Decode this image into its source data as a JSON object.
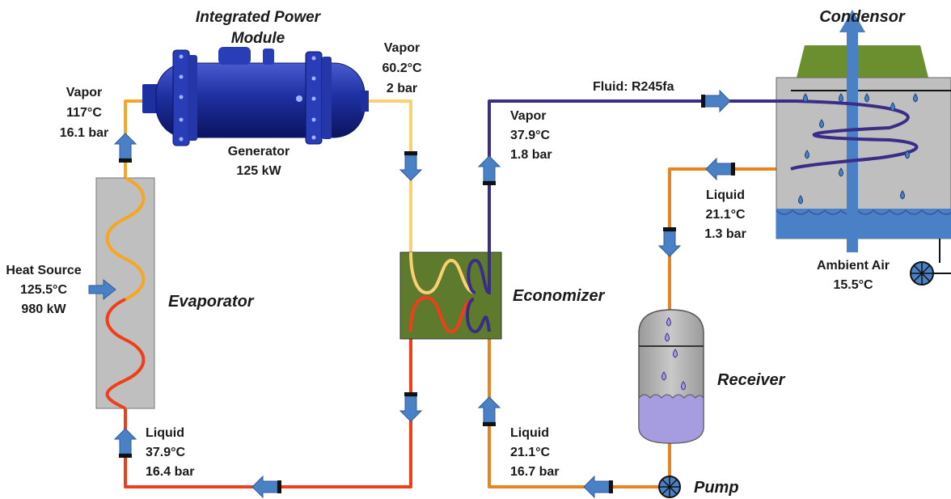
{
  "colors": {
    "hot_liquid": "#f23d1a",
    "hot_vapor": "#f5a623",
    "warm_vapor": "#fad073",
    "cool_vapor": "#3a2d8a",
    "cold_liquid": "#e9831f",
    "arrow": "#4a80c6",
    "evaporator": "#bfbfbf",
    "economizer": "#5e7a2d",
    "condensor_roof": "#6b8e2f",
    "receiver_gas": "#b6b6b6",
    "receiver_liquid": "#a69de0"
  },
  "icons": [
    "flow-arrow-icon",
    "pump-icon",
    "fan-icon",
    "droplet-icon",
    "generator-icon"
  ],
  "components": {
    "ipm": [
      "Integrated Power",
      "Module"
    ],
    "generator": [
      "Generator",
      "125 kW"
    ],
    "evaporator": "Evaporator",
    "economizer": "Economizer",
    "condensor": "Condensor",
    "receiver": "Receiver",
    "pump": "Pump"
  },
  "states": {
    "evap_out": [
      "Vapor",
      "117°C",
      "16.1 bar"
    ],
    "gen_out": [
      "Vapor",
      "60.2°C",
      "2 bar"
    ],
    "econ_vapor_out": [
      "Vapor",
      "37.9°C",
      "1.8 bar"
    ],
    "cond_out": [
      "Liquid",
      "21.1°C",
      "1.3 bar"
    ],
    "pump_out": [
      "Liquid",
      "21.1°C",
      "16.7 bar"
    ],
    "evap_in": [
      "Liquid",
      "37.9°C",
      "16.4 bar"
    ]
  },
  "heat_source": [
    "Heat Source",
    "125.5°C",
    "980 kW"
  ],
  "ambient": [
    "Ambient Air",
    "15.5°C"
  ],
  "fluid": "Fluid: R245fa"
}
